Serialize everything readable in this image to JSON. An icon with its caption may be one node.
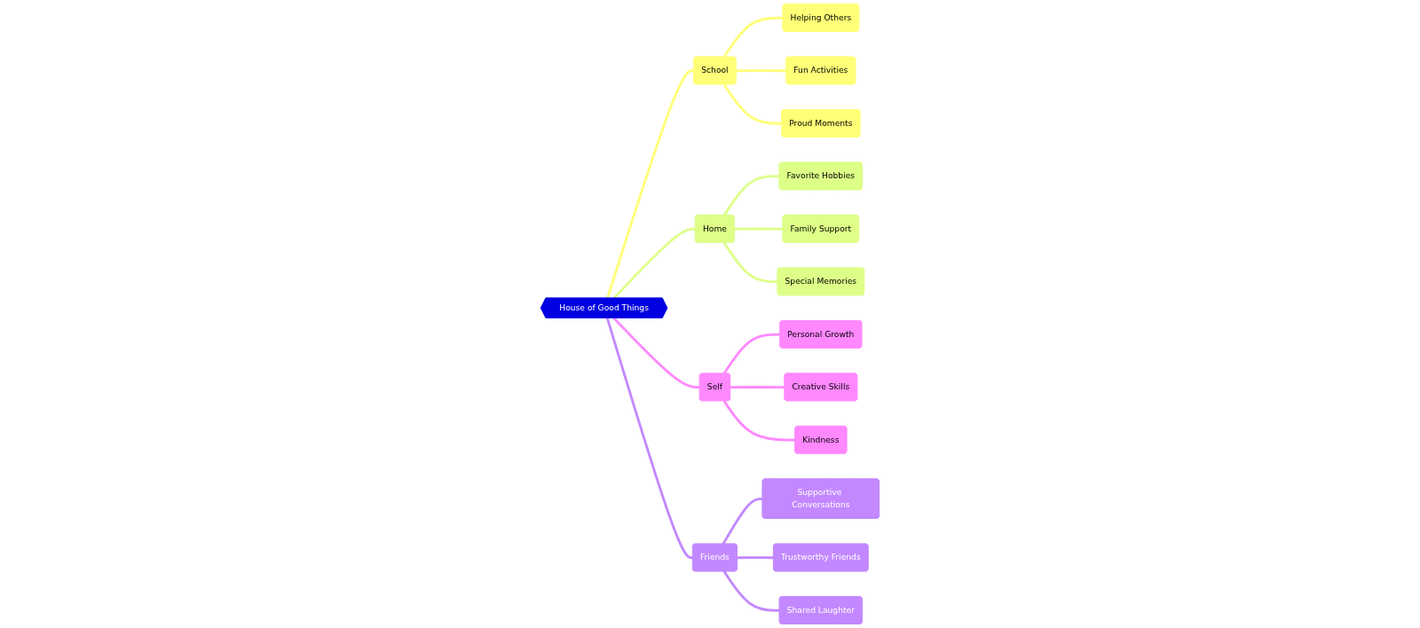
{
  "diagram": {
    "nodes": [
      {
        "text": [
          "House of Good Things"
        ]
      },
      {
        "text": [
          "School"
        ]
      },
      {
        "text": [
          "Helping Others"
        ]
      },
      {
        "text": [
          "Fun Activities"
        ]
      },
      {
        "text": [
          "Proud Moments"
        ]
      },
      {
        "text": [
          "Home"
        ]
      },
      {
        "text": [
          "Favorite Hobbies"
        ]
      },
      {
        "text": [
          "Family Support"
        ]
      },
      {
        "text": [
          "Special Memories"
        ]
      },
      {
        "text": [
          "Self"
        ]
      },
      {
        "text": [
          "Personal Growth"
        ]
      },
      {
        "text": [
          "Creative Skills"
        ]
      },
      {
        "text": [
          "Kindness"
        ]
      },
      {
        "text": [
          "Friends"
        ]
      },
      {
        "text": [
          "Supportive Conversations"
        ]
      },
      {
        "text": [
          "Trustworthy Friends"
        ]
      },
      {
        "text": [
          "Shared Laughter"
        ]
      }
    ],
    "edges": [
      {
        "from": 0,
        "to": 1,
        "arrow": "none",
        "color": "#ffff78"
      },
      {
        "from": 1,
        "to": 2,
        "arrow": "none",
        "color": "#ffff78"
      },
      {
        "from": 1,
        "to": 3,
        "arrow": "none",
        "color": "#ffff78"
      },
      {
        "from": 1,
        "to": 4,
        "arrow": "none",
        "color": "#ffff78"
      },
      {
        "from": 0,
        "to": 5,
        "arrow": "none",
        "color": "#ddff88"
      },
      {
        "from": 5,
        "to": 6,
        "arrow": "none",
        "color": "#ddff88"
      },
      {
        "from": 5,
        "to": 7,
        "arrow": "none",
        "color": "#ddff88"
      },
      {
        "from": 5,
        "to": 8,
        "arrow": "none",
        "color": "#ddff88"
      },
      {
        "from": 0,
        "to": 9,
        "arrow": "none",
        "color": "#ff88ff"
      },
      {
        "from": 9,
        "to": 10,
        "arrow": "none",
        "color": "#ff88ff"
      },
      {
        "from": 9,
        "to": 11,
        "arrow": "none",
        "color": "#ff88ff"
      },
      {
        "from": 9,
        "to": 12,
        "arrow": "none",
        "color": "#ff88ff"
      },
      {
        "from": 0,
        "to": 13,
        "arrow": "none",
        "color": "#c388ff"
      },
      {
        "from": 13,
        "to": 14,
        "arrow": "none",
        "color": "#c388ff"
      },
      {
        "from": 13,
        "to": 15,
        "arrow": "none",
        "color": "#c388ff"
      },
      {
        "from": 13,
        "to": 16,
        "arrow": "none",
        "color": "#c388ff"
      }
    ]
  }
}
